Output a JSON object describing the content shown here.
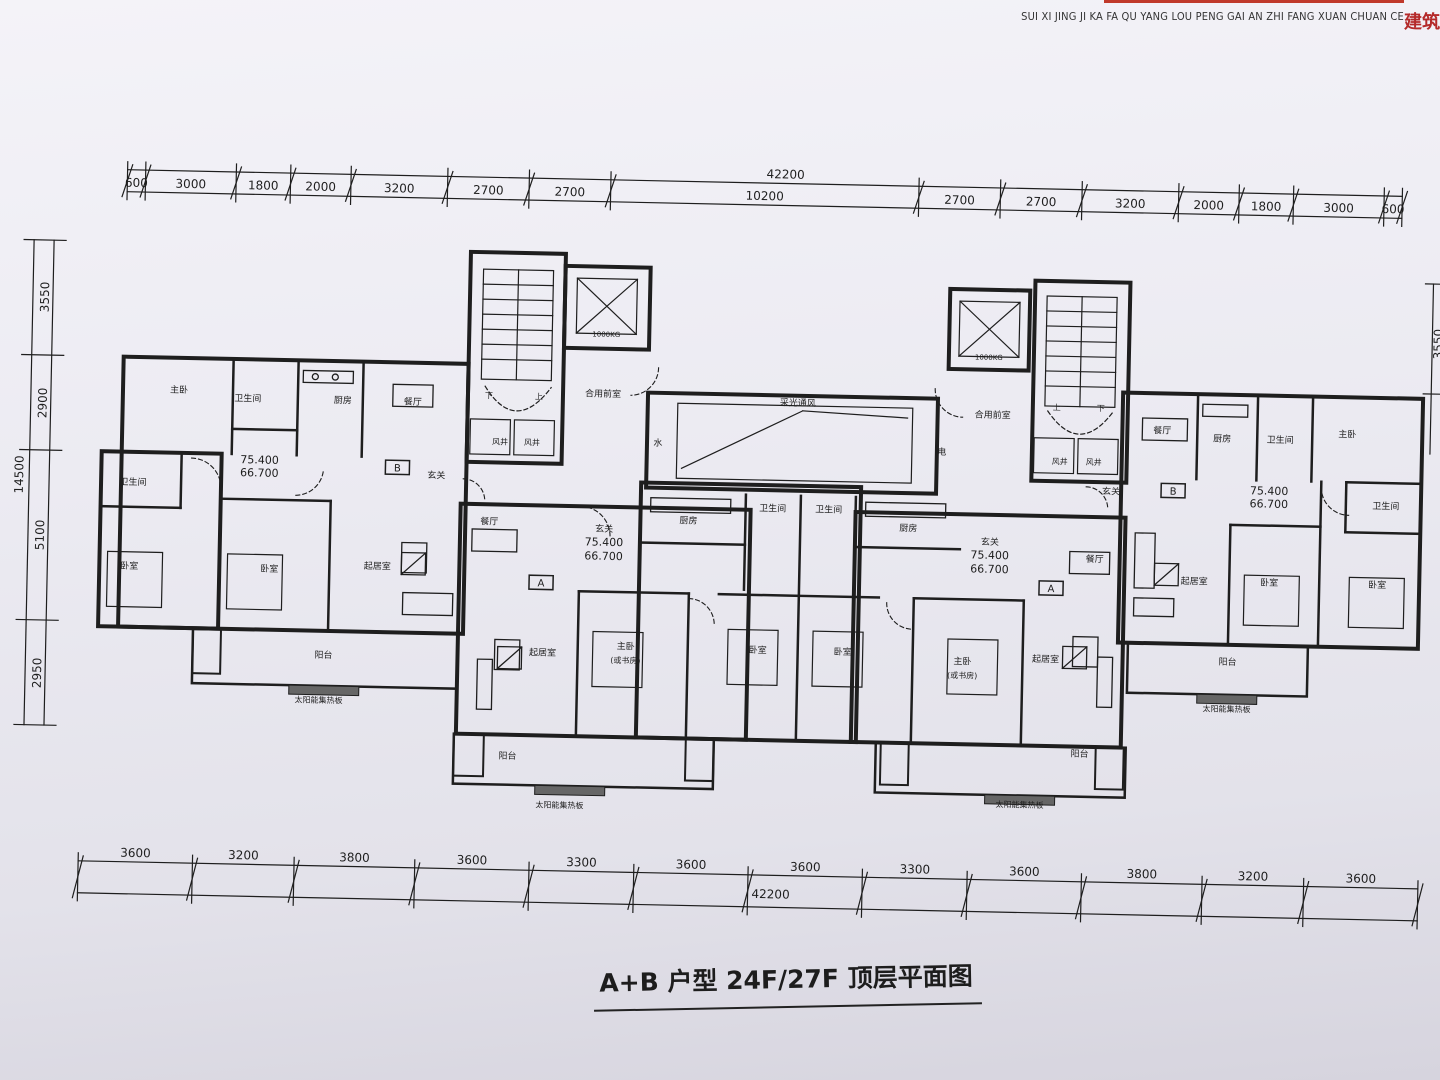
{
  "header": {
    "pinyin": "SUI XI JING JI KA FA QU YANG LOU PENG GAI AN ZHI FANG XUAN CHUAN CE",
    "mark": "建筑"
  },
  "caption": "A+B 户型 24F/27F 顶层平面图",
  "dimensions": {
    "top_total": "42200",
    "top_segments": [
      "600",
      "3000",
      "1800",
      "2000",
      "3200",
      "2700",
      "2700",
      "10200",
      "2700",
      "2700",
      "3200",
      "2000",
      "1800",
      "3000",
      "600"
    ],
    "bottom_total": "42200",
    "bottom_segments": [
      "3600",
      "3200",
      "3800",
      "3600",
      "3300",
      "3600",
      "3600",
      "3300",
      "3600",
      "3800",
      "3200",
      "3600"
    ],
    "left_total": "14500",
    "left_segments": [
      "3550",
      "2900",
      "5100",
      "2950"
    ],
    "right_segments": [
      "3550"
    ]
  },
  "units": {
    "left_b": {
      "tag": "B",
      "area_top": "75.400",
      "area_bottom": "66.700"
    },
    "left_a": {
      "tag": "A",
      "area_top": "75.400",
      "area_bottom": "66.700"
    },
    "right_a": {
      "tag": "A",
      "area_top": "75.400",
      "area_bottom": "66.700"
    },
    "right_b": {
      "tag": "B",
      "area_top": "75.400",
      "area_bottom": "66.700"
    }
  },
  "rooms": {
    "bedroom": "卧室",
    "master": "主卧",
    "bath": "卫生间",
    "kitchen": "厨房",
    "dining": "餐厅",
    "living": "起居室",
    "foyer": "玄关",
    "balcony": "阳台",
    "corridor": "合用前室",
    "shaft": "风井",
    "down": "下",
    "up": "上",
    "study": "(或书房)",
    "skylight": "采光通风",
    "solar": "太阳能集热板",
    "water": "水",
    "elec": "电",
    "elevator_left": "1000KG",
    "elevator_right": "1000KG"
  }
}
